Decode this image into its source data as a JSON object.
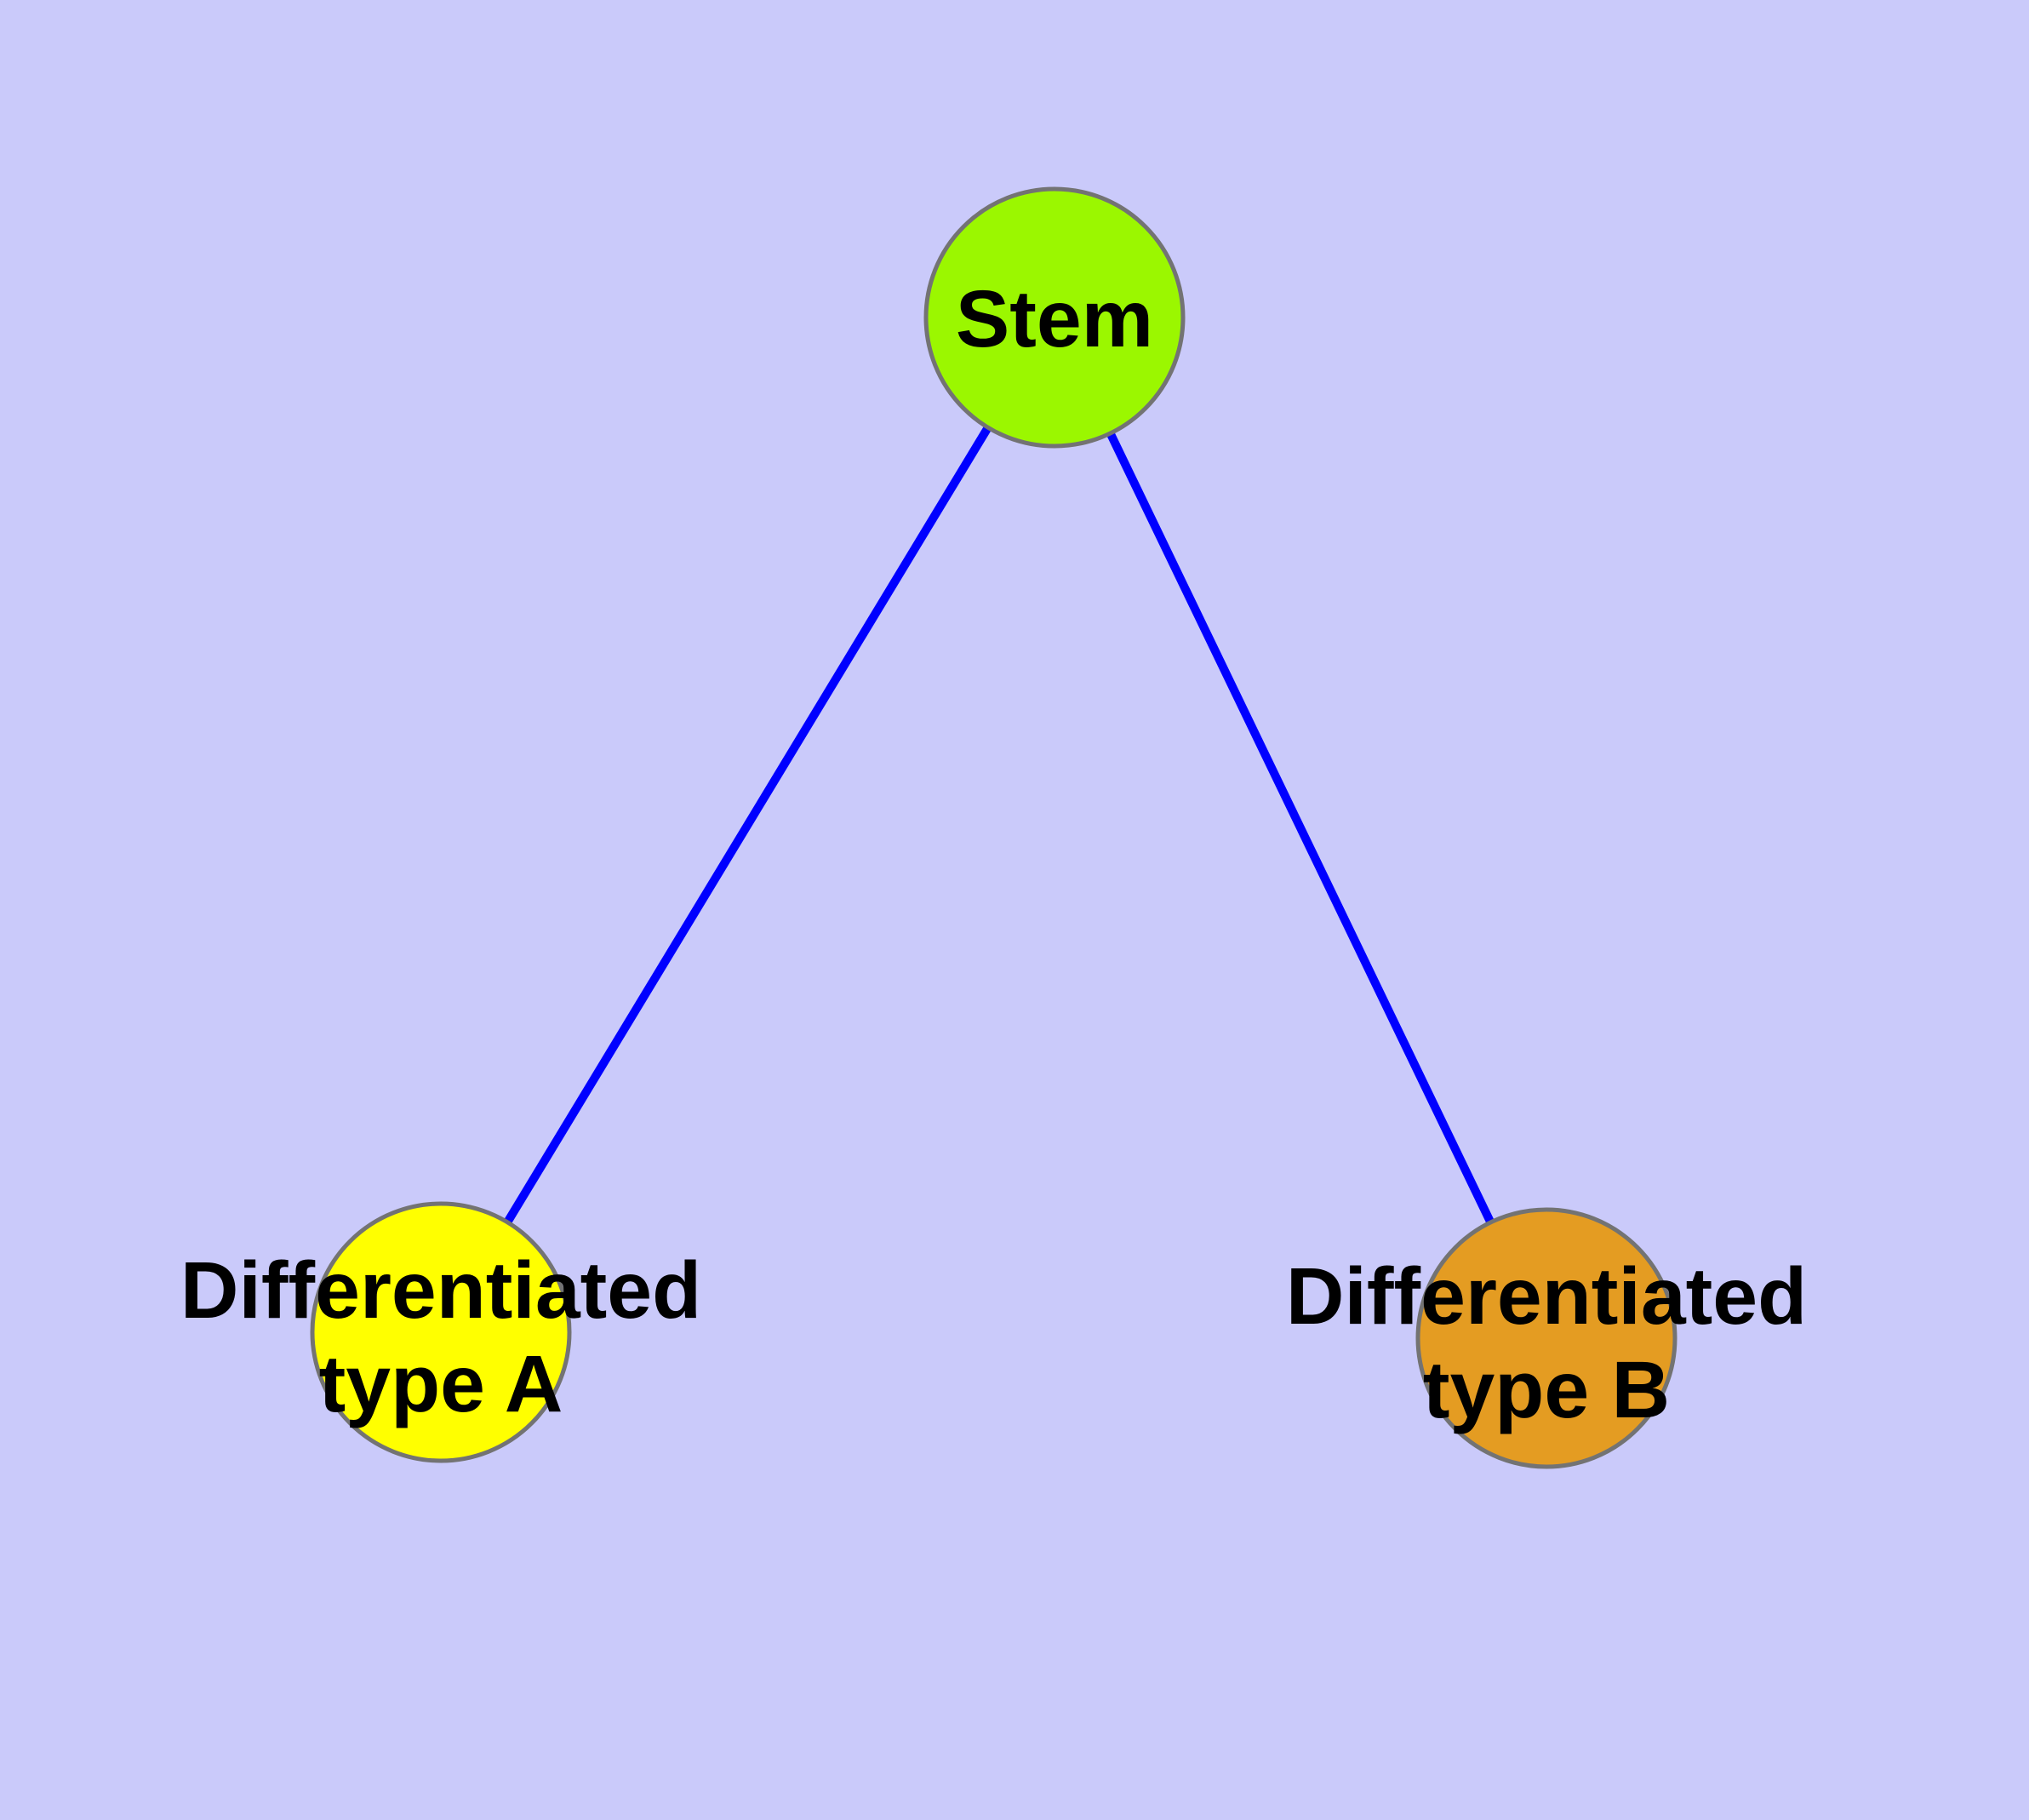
{
  "diagram": {
    "type": "node-link-graph",
    "background_color": "#CACAFA",
    "edge_color": "#0000FF",
    "node_border_color": "#737373",
    "text_color": "#000000",
    "nodes": {
      "stem": {
        "label": "Stem",
        "color": "#9BF700"
      },
      "type_a": {
        "label": "Differentiated type A",
        "lines": [
          "Differentiated",
          "type A"
        ],
        "color": "#FFFF00"
      },
      "type_b": {
        "label": "Differentiated type B",
        "lines": [
          "Differentiated",
          "type B"
        ],
        "color": "#E49C22"
      }
    },
    "edges": [
      {
        "from": "Stem",
        "to": "Differentiated type A"
      },
      {
        "from": "Stem",
        "to": "Differentiated type B"
      }
    ]
  }
}
